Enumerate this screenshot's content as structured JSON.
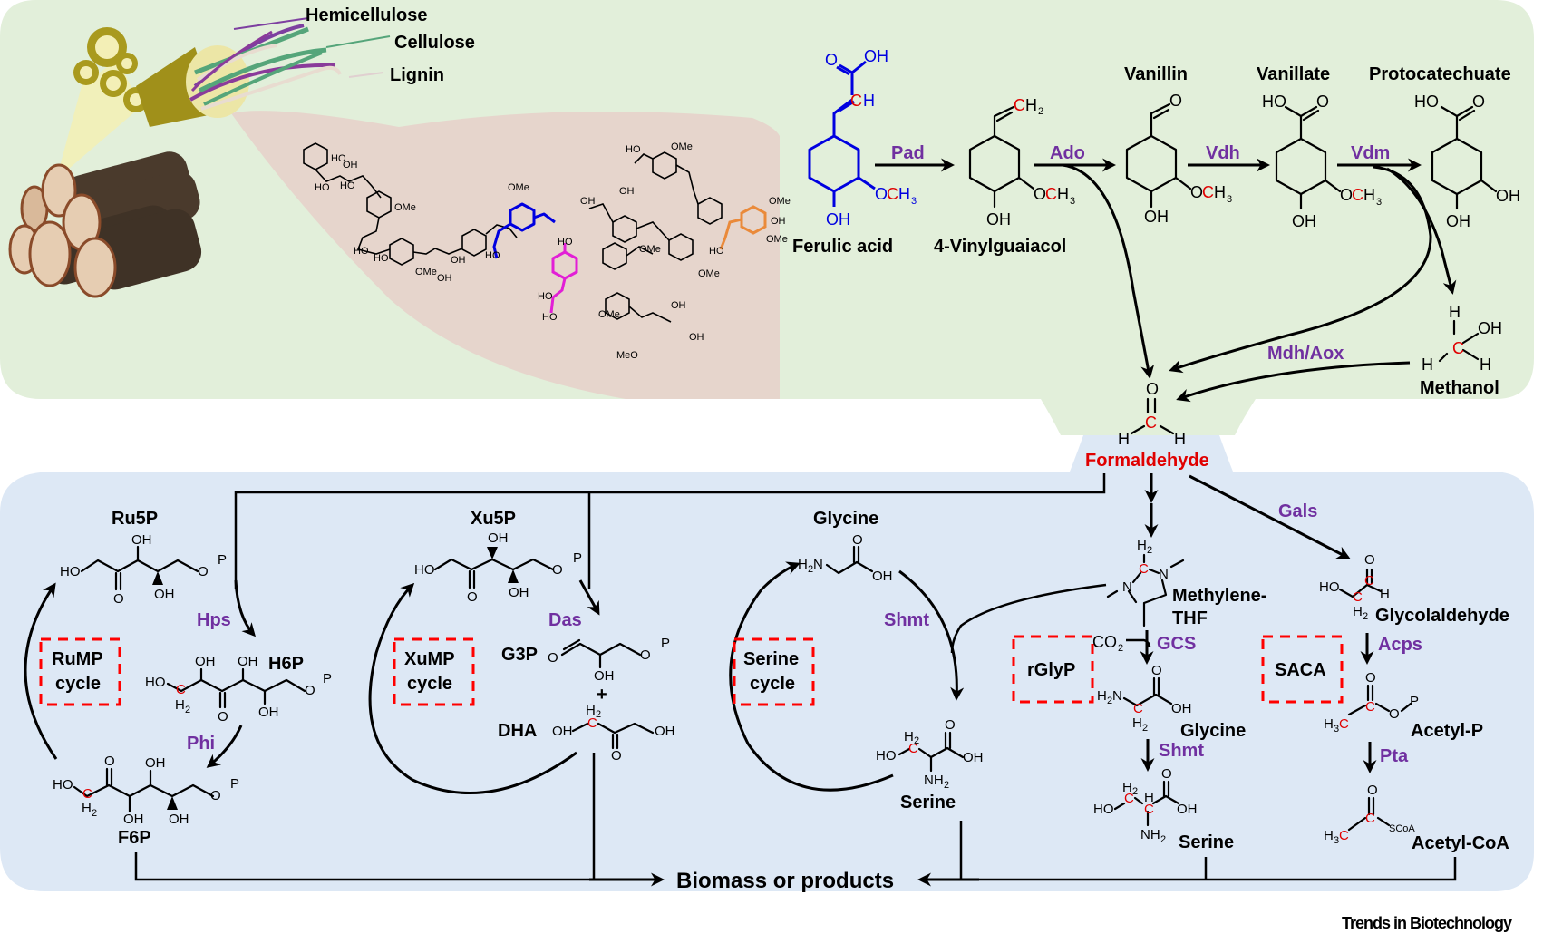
{
  "colors": {
    "top_panel": "#e2efda",
    "bottom_panel": "#dde8f5",
    "lignin_zoom": "#e6d5cc",
    "enzyme": "#7030a0",
    "highlight_carbon": "#e00000",
    "cycle_box": "#ff0000"
  },
  "biomass": {
    "labels": {
      "hemicellulose": "Hemicellulose",
      "cellulose": "Cellulose",
      "lignin": "Lignin"
    }
  },
  "lignin_pathway": {
    "compounds": {
      "ferulic_acid": "Ferulic acid",
      "vinylguaiacol": "4-Vinylguaiacol",
      "vanillin": "Vanillin",
      "vanillate": "Vanillate",
      "protocatechuate": "Protocatechuate",
      "methanol": "Methanol",
      "formaldehyde": "Formaldehyde"
    },
    "enzymes": {
      "pad": "Pad",
      "ado": "Ado",
      "vdh": "Vdh",
      "vdm": "Vdm",
      "mdh_aox": "Mdh/Aox"
    }
  },
  "assimilation": {
    "cycles": {
      "rump": [
        "RuMP",
        "cycle"
      ],
      "xump": [
        "XuMP",
        "cycle"
      ],
      "serine": [
        "Serine",
        "cycle"
      ],
      "rglyp": "rGlyP",
      "saca": "SACA"
    },
    "compounds": {
      "ru5p": "Ru5P",
      "h6p": "H6P",
      "f6p": "F6P",
      "xu5p": "Xu5P",
      "g3p": "G3P",
      "dha": "DHA",
      "plus": "+",
      "glycine_cycle": "Glycine",
      "serine_cycle": "Serine",
      "methylene_thf": [
        "Methylene-",
        "THF"
      ],
      "co2": "CO",
      "glycine_rglyp": "Glycine",
      "serine_rglyp": "Serine",
      "glycolaldehyde": "Glycolaldehyde",
      "acetyl_p": "Acetyl-P",
      "acetyl_coa": "Acetyl-CoA"
    },
    "enzymes": {
      "hps": "Hps",
      "phi": "Phi",
      "das": "Das",
      "shmt_cycle": "Shmt",
      "gcs": "GCS",
      "shmt_rglyp": "Shmt",
      "gals": "Gals",
      "acps": "Acps",
      "pta": "Pta"
    },
    "output": "Biomass or products"
  },
  "footer": {
    "journal": "Trends in Biotechnology"
  }
}
